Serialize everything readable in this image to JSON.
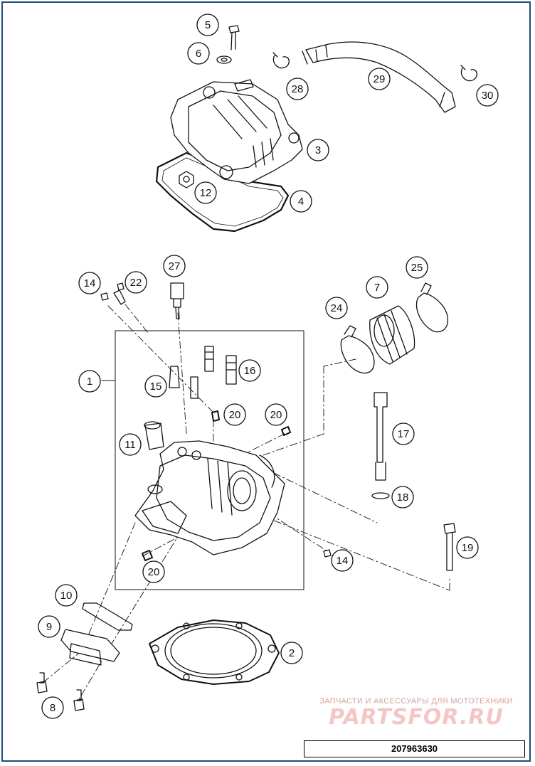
{
  "callouts": [
    {
      "label": "5"
    },
    {
      "label": "6"
    },
    {
      "label": "28"
    },
    {
      "label": "29"
    },
    {
      "label": "30"
    },
    {
      "label": "3"
    },
    {
      "label": "12"
    },
    {
      "label": "4"
    },
    {
      "label": "27"
    },
    {
      "label": "14"
    },
    {
      "label": "22"
    },
    {
      "label": "24"
    },
    {
      "label": "7"
    },
    {
      "label": "25"
    },
    {
      "label": "1"
    },
    {
      "label": "15"
    },
    {
      "label": "16"
    },
    {
      "label": "20"
    },
    {
      "label": "20"
    },
    {
      "label": "17"
    },
    {
      "label": "11"
    },
    {
      "label": "18"
    },
    {
      "label": "19"
    },
    {
      "label": "14"
    },
    {
      "label": "20"
    },
    {
      "label": "10"
    },
    {
      "label": "9"
    },
    {
      "label": "2"
    },
    {
      "label": "8"
    },
    {
      "label": "8"
    }
  ],
  "watermark": {
    "subtitle": "ЗАПЧАСТИ И АКСЕССУАРЫ ДЛЯ МОТОТЕХНИКИ",
    "brand": "PARTSFOR.RU"
  },
  "part_number": "207963630",
  "colors": {
    "frame": "#1f4d7a",
    "line": "#111111",
    "watermark": "#f4c6c6"
  }
}
